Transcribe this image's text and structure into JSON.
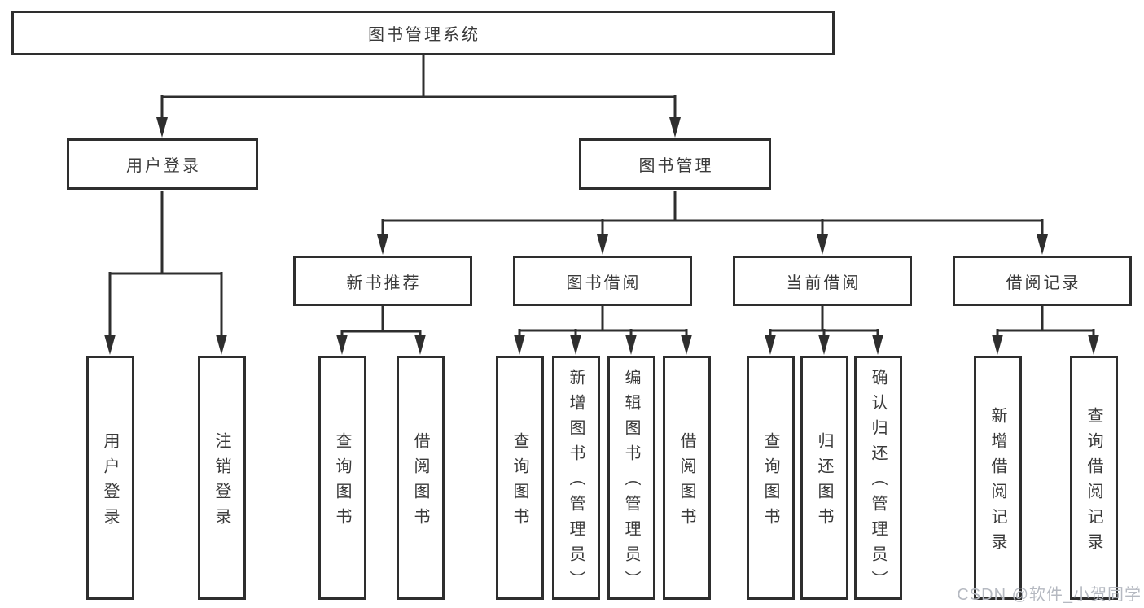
{
  "diagram_title": "图书管理系统",
  "tree": {
    "root": {
      "label": "图书管理系统"
    },
    "branches": [
      {
        "label": "用户登录",
        "children": [
          {
            "label": "用户登录"
          },
          {
            "label": "注销登录"
          }
        ]
      },
      {
        "label": "图书管理",
        "children": [
          {
            "label": "新书推荐",
            "children": [
              {
                "label": "查询图书"
              },
              {
                "label": "借阅图书"
              }
            ]
          },
          {
            "label": "图书借阅",
            "children": [
              {
                "label": "查询图书"
              },
              {
                "label": "新增图书（管理员）"
              },
              {
                "label": "编辑图书（管理员）"
              },
              {
                "label": "借阅图书"
              }
            ]
          },
          {
            "label": "当前借阅",
            "children": [
              {
                "label": "查询图书"
              },
              {
                "label": "归还图书"
              },
              {
                "label": "确认归还（管理员）"
              }
            ]
          },
          {
            "label": "借阅记录",
            "children": [
              {
                "label": "新增借阅记录"
              },
              {
                "label": "查询借阅记录"
              }
            ]
          }
        ]
      }
    ]
  },
  "watermark": "CSDN @软件_小贺同学",
  "colors": {
    "line": "#2e2e2e",
    "box_border": "#2e2e2e",
    "box_fill": "#ffffff",
    "text": "#3a3a3a",
    "background": "#ffffff",
    "watermark_text": "#b5b9c1"
  }
}
